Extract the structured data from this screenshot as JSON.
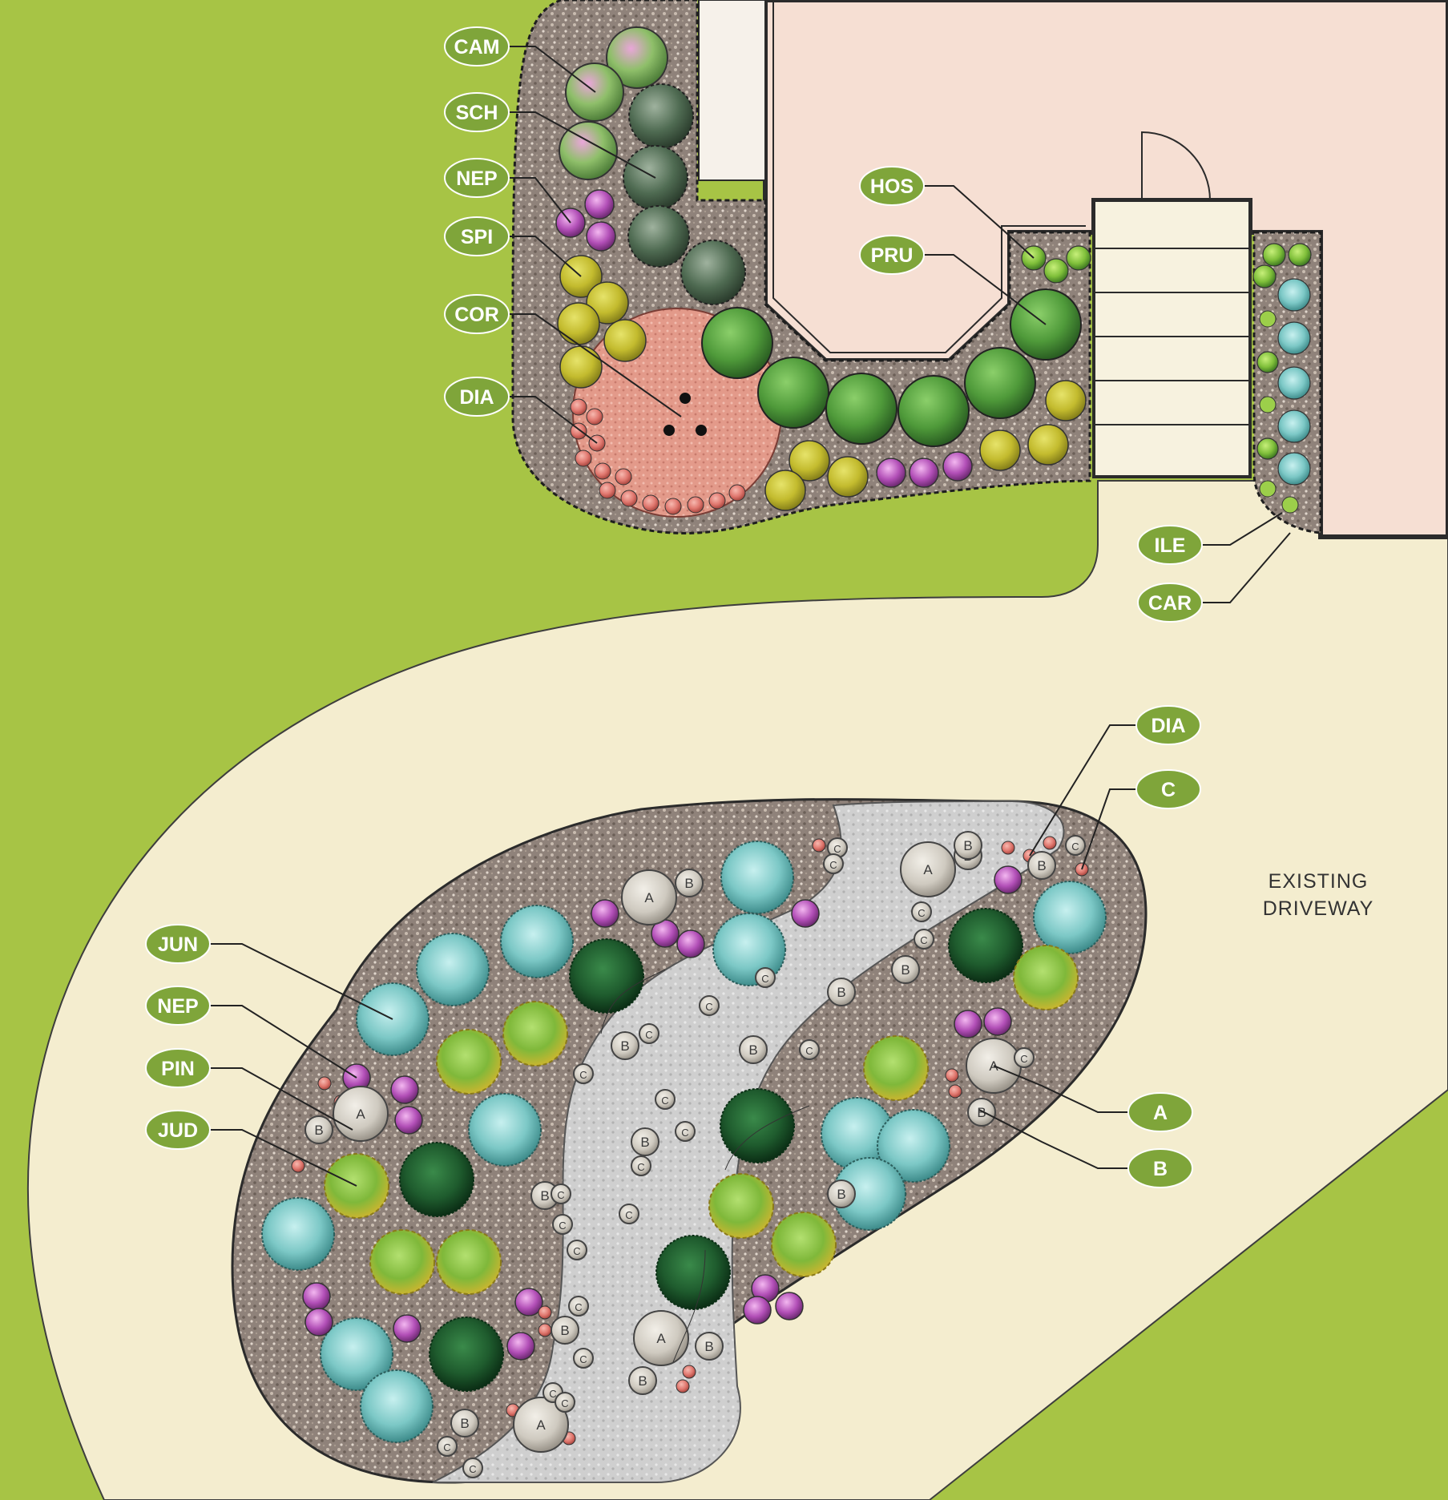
{
  "top_bed_labels": [
    "CAM",
    "SCH",
    "NEP",
    "SPI",
    "COR",
    "DIA"
  ],
  "entry_labels": [
    "HOS",
    "PRU",
    "ILE",
    "CAR"
  ],
  "front_bed_labels": [
    "JUN",
    "NEP",
    "PIN",
    "JUD"
  ],
  "right_labels": [
    "DIA",
    "C",
    "A",
    "B"
  ],
  "boulder_markers": {
    "large": "A",
    "medium": "B",
    "small": "C"
  },
  "driveway_label": {
    "line1": "EXISTING",
    "line2": "DRIVEWAY"
  },
  "colors": {
    "lawn": "#a7c445",
    "driveway": "#f4edcf",
    "house": "#f6dfd3",
    "gravel": "#8c7f76",
    "path": "#c9c9c9",
    "tag": "#7fa53a",
    "juniper": "#79c7c7",
    "pine": "#1f5c2e",
    "judd": "#8fc03a",
    "nepeta": "#b04fb8",
    "dianthus": "#e0776e",
    "spirea": "#c9c236",
    "shrub": "#4f8a3a",
    "boulder": "#cfcac0"
  },
  "legend_icons": [
    "plant-callout-leader",
    "boulder-marker"
  ]
}
